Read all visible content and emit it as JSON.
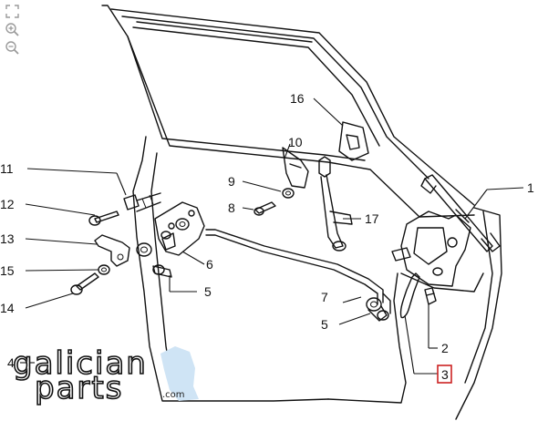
{
  "toolbar": {
    "fit_icon": "fit-to-screen-icon",
    "zoom_in_icon": "zoom-in-icon",
    "zoom_out_icon": "zoom-out-icon"
  },
  "callouts": {
    "c1": "1",
    "c2": "2",
    "c3": "3",
    "c4": "4",
    "c5a": "5",
    "c5b": "5",
    "c6": "6",
    "c7": "7",
    "c8": "8",
    "c9": "9",
    "c10": "10",
    "c11": "11",
    "c12": "12",
    "c13": "13",
    "c14": "14",
    "c15": "15",
    "c16": "16",
    "c17": "17"
  },
  "highlight_color": "#cc2222",
  "logo": {
    "line1": "galician",
    "line2": "parts",
    "domain": ".com"
  }
}
